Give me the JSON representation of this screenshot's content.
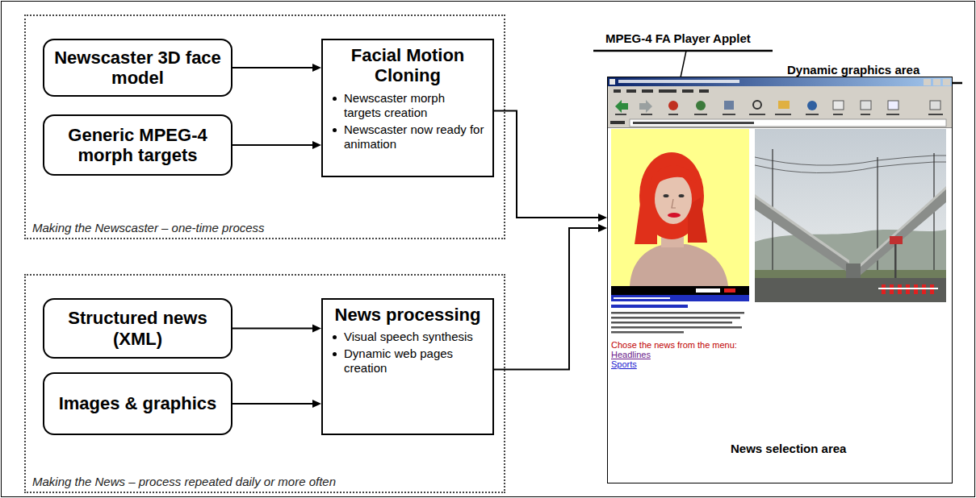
{
  "diagram": {
    "nodes": [
      {
        "text": [
          "Making the Newscaster – one-time process"
        ]
      },
      {
        "text": [
          "Newscaster 3D face model"
        ],
        "in": 0
      },
      {
        "text": [
          "Generic MPEG-4 morph targets"
        ],
        "in": 0
      },
      {
        "text": [
          "Facial Motion Cloning",
          "Newscaster morph targets creation",
          "Newscaster now ready for animation"
        ],
        "in": 0
      },
      {
        "text": [
          "Making the News – process repeated daily or more often"
        ]
      },
      {
        "text": [
          "Structured news (XML)"
        ],
        "in": 4
      },
      {
        "text": [
          "Images & graphics"
        ],
        "in": 4
      },
      {
        "text": [
          "News processing",
          "Visual speech synthesis",
          "Dynamic web pages creation"
        ],
        "in": 4
      },
      {
        "text": [
          "Chose the news from the menu:",
          "Headlines",
          "Sports"
        ]
      }
    ],
    "edges": [
      {
        "from": 1,
        "to": 3,
        "arrow": "to"
      },
      {
        "from": 2,
        "to": 3,
        "arrow": "to"
      },
      {
        "from": 5,
        "to": 7,
        "arrow": "to"
      },
      {
        "from": 6,
        "to": 7,
        "arrow": "to"
      },
      {
        "from": 3,
        "to": 8,
        "arrow": "to"
      },
      {
        "from": 7,
        "to": 8,
        "arrow": "to"
      }
    ],
    "labels": [
      "MPEG-4 FA Player Applet",
      "Dynamic graphics area",
      "News selection area"
    ]
  }
}
